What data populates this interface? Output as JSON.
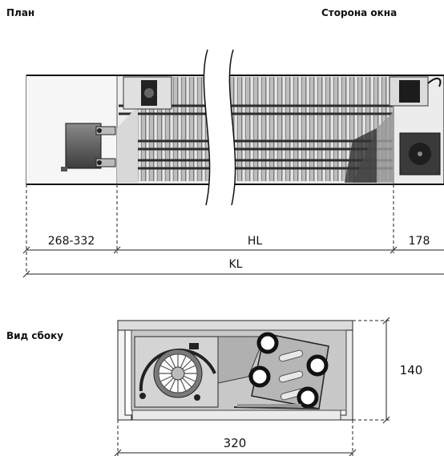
{
  "labels": {
    "plan": "План",
    "window_side": "Сторона окна",
    "side_view": "Вид сбоку"
  },
  "dimensions": {
    "left": "268-332",
    "middle": "HL",
    "right": "178",
    "total": "KL",
    "height": "140",
    "width": "320"
  }
}
